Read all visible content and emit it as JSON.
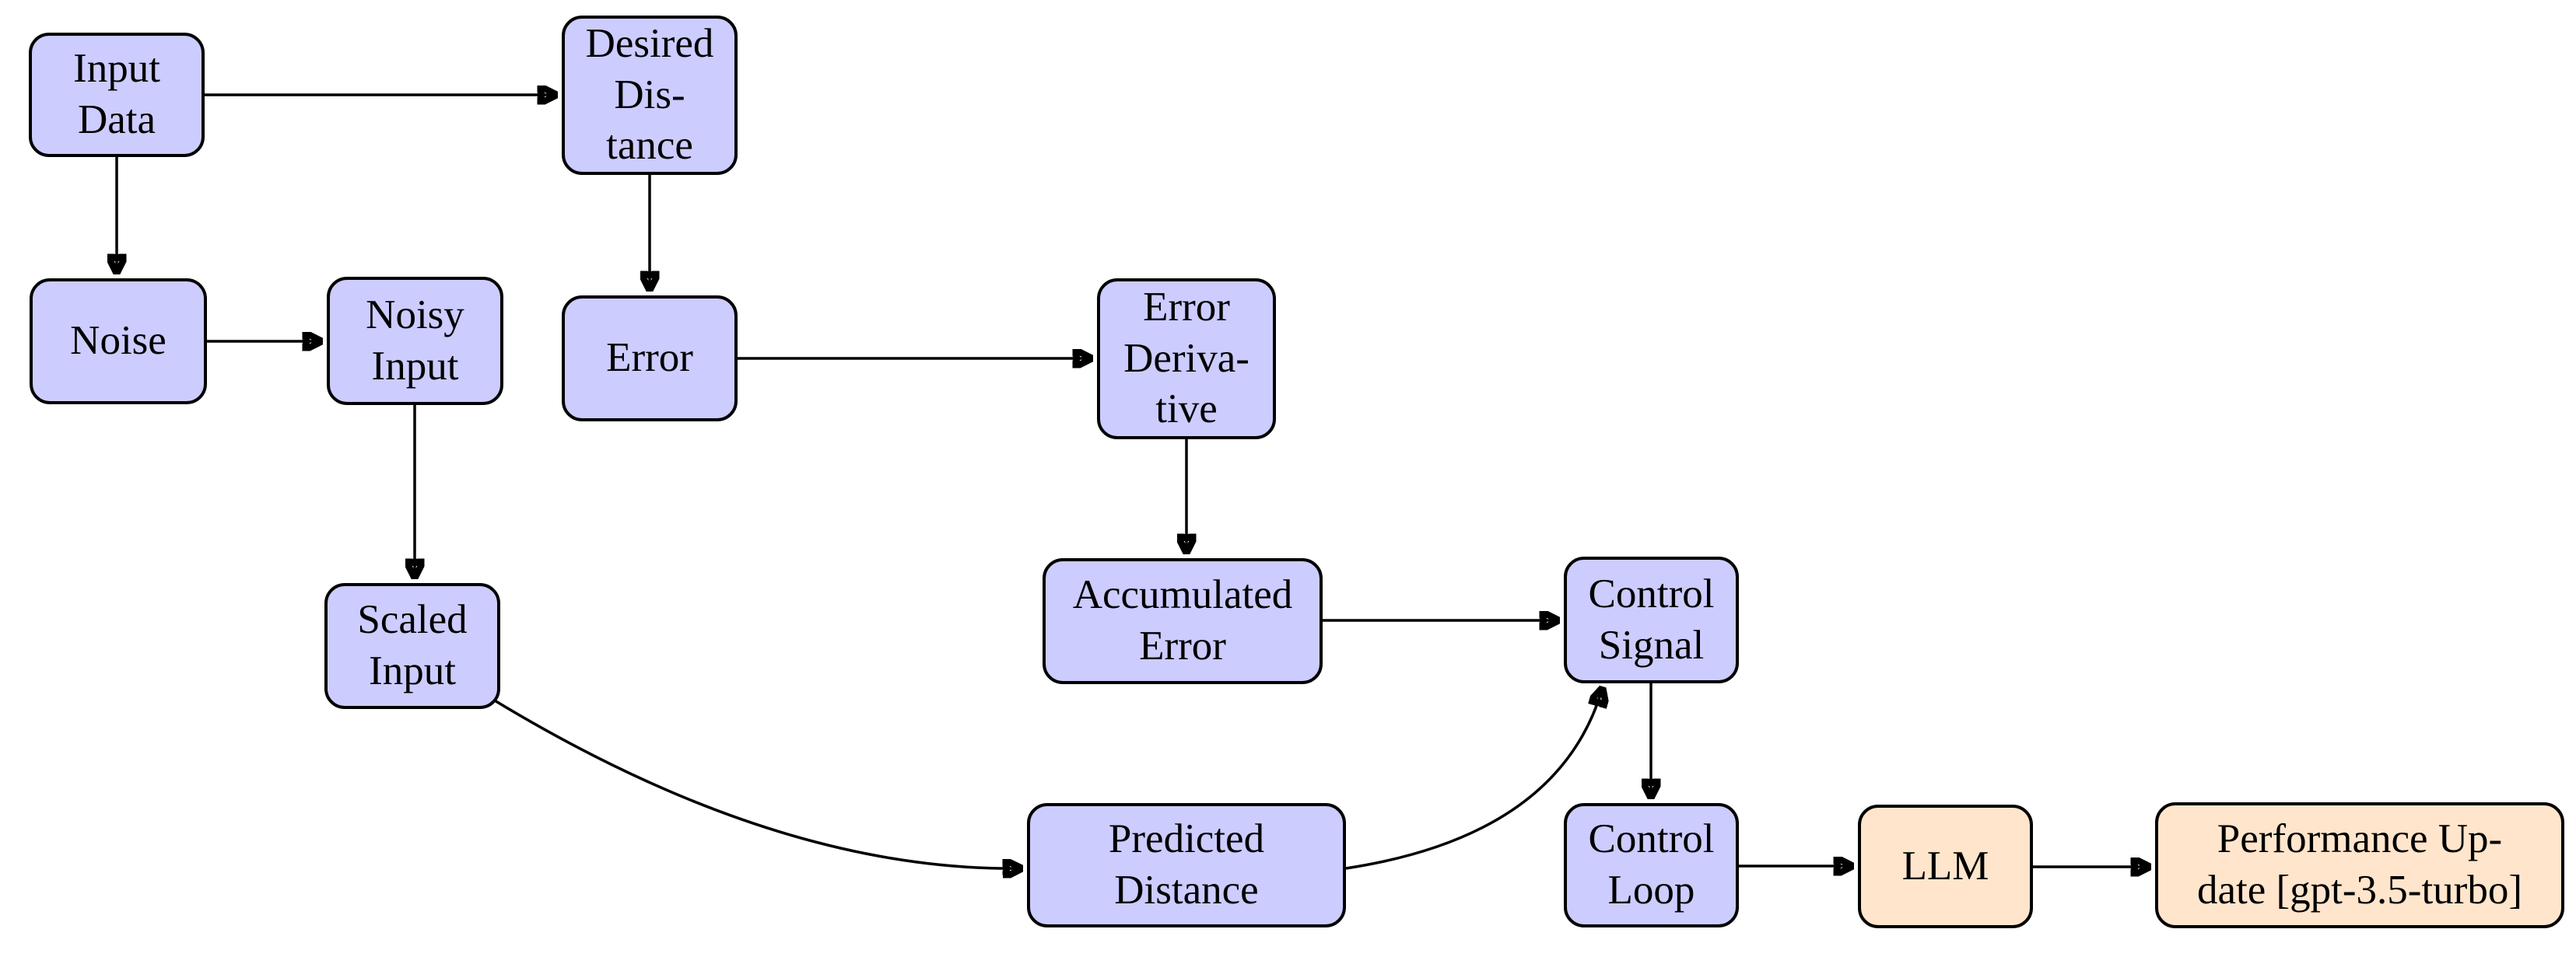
{
  "diagram": {
    "type": "flowchart",
    "background": "#ffffff",
    "colors": {
      "node_fill_blue": "#ccccff",
      "node_fill_orange": "#ffe5cc",
      "node_border": "#000000",
      "arrow": "#000000",
      "text": "#000000"
    },
    "nodes": [
      {
        "id": "input-data",
        "label": "Input\nData",
        "fill": "blue"
      },
      {
        "id": "desired-distance",
        "label": "Desired\nDis-\ntance",
        "fill": "blue"
      },
      {
        "id": "noise",
        "label": "Noise",
        "fill": "blue"
      },
      {
        "id": "noisy-input",
        "label": "Noisy\nInput",
        "fill": "blue"
      },
      {
        "id": "error",
        "label": "Error",
        "fill": "blue"
      },
      {
        "id": "error-derivative",
        "label": "Error\nDeriva-\ntive",
        "fill": "blue"
      },
      {
        "id": "accumulated-error",
        "label": "Accumulated\nError",
        "fill": "blue"
      },
      {
        "id": "control-signal",
        "label": "Control\nSignal",
        "fill": "blue"
      },
      {
        "id": "scaled-input",
        "label": "Scaled\nInput",
        "fill": "blue"
      },
      {
        "id": "predicted-distance",
        "label": "Predicted\nDistance",
        "fill": "blue"
      },
      {
        "id": "control-loop",
        "label": "Control\nLoop",
        "fill": "blue"
      },
      {
        "id": "llm",
        "label": "LLM",
        "fill": "orange"
      },
      {
        "id": "performance-update",
        "label": "Performance Up-\ndate [gpt-3.5-turbo]",
        "fill": "orange"
      }
    ],
    "edges": [
      {
        "from": "input-data",
        "to": "desired-distance"
      },
      {
        "from": "input-data",
        "to": "noise"
      },
      {
        "from": "noise",
        "to": "noisy-input"
      },
      {
        "from": "desired-distance",
        "to": "error"
      },
      {
        "from": "error",
        "to": "error-derivative"
      },
      {
        "from": "error-derivative",
        "to": "accumulated-error"
      },
      {
        "from": "accumulated-error",
        "to": "control-signal"
      },
      {
        "from": "noisy-input",
        "to": "scaled-input"
      },
      {
        "from": "scaled-input",
        "to": "predicted-distance"
      },
      {
        "from": "predicted-distance",
        "to": "control-signal"
      },
      {
        "from": "control-signal",
        "to": "control-loop"
      },
      {
        "from": "control-loop",
        "to": "llm"
      },
      {
        "from": "llm",
        "to": "performance-update"
      }
    ]
  }
}
